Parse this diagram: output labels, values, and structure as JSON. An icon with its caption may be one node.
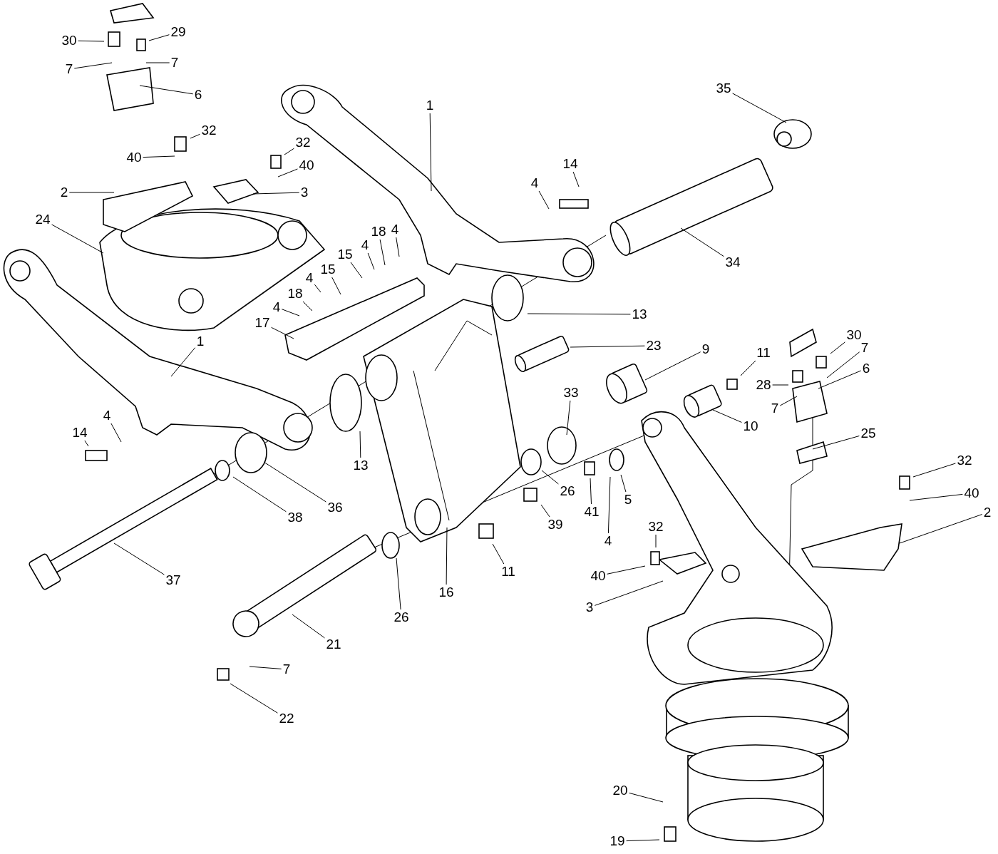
{
  "diagram": {
    "nodes": [
      {
        "text": [
          "30"
        ]
      },
      {
        "text": [
          "29"
        ]
      },
      {
        "text": [
          "7"
        ]
      },
      {
        "text": [
          "7"
        ]
      },
      {
        "text": [
          "6"
        ]
      },
      {
        "text": [
          "32"
        ]
      },
      {
        "text": [
          "40"
        ]
      },
      {
        "text": [
          "32"
        ]
      },
      {
        "text": [
          "40"
        ]
      },
      {
        "text": [
          "2"
        ]
      },
      {
        "text": [
          "3"
        ]
      },
      {
        "text": [
          "1"
        ]
      },
      {
        "text": [
          "35"
        ]
      },
      {
        "text": [
          "14"
        ]
      },
      {
        "text": [
          "4"
        ]
      },
      {
        "text": [
          "24"
        ]
      },
      {
        "text": [
          "18"
        ]
      },
      {
        "text": [
          "4"
        ]
      },
      {
        "text": [
          "15"
        ]
      },
      {
        "text": [
          "4"
        ]
      },
      {
        "text": [
          "34"
        ]
      },
      {
        "text": [
          "4"
        ]
      },
      {
        "text": [
          "15"
        ]
      },
      {
        "text": [
          "18"
        ]
      },
      {
        "text": [
          "4"
        ]
      },
      {
        "text": [
          "13"
        ]
      },
      {
        "text": [
          "17"
        ]
      },
      {
        "text": [
          "1"
        ]
      },
      {
        "text": [
          "23"
        ]
      },
      {
        "text": [
          "9"
        ]
      },
      {
        "text": [
          "11"
        ]
      },
      {
        "text": [
          "30"
        ]
      },
      {
        "text": [
          "7"
        ]
      },
      {
        "text": [
          "6"
        ]
      },
      {
        "text": [
          "28"
        ]
      },
      {
        "text": [
          "7"
        ]
      },
      {
        "text": [
          "33"
        ]
      },
      {
        "text": [
          "4"
        ]
      },
      {
        "text": [
          "14"
        ]
      },
      {
        "text": [
          "25"
        ]
      },
      {
        "text": [
          "10"
        ]
      },
      {
        "text": [
          "13"
        ]
      },
      {
        "text": [
          "26"
        ]
      },
      {
        "text": [
          "32"
        ]
      },
      {
        "text": [
          "40"
        ]
      },
      {
        "text": [
          "41"
        ]
      },
      {
        "text": [
          "5"
        ]
      },
      {
        "text": [
          "36"
        ]
      },
      {
        "text": [
          "38"
        ]
      },
      {
        "text": [
          "39"
        ]
      },
      {
        "text": [
          "2"
        ]
      },
      {
        "text": [
          "4"
        ]
      },
      {
        "text": [
          "32"
        ]
      },
      {
        "text": [
          "11"
        ]
      },
      {
        "text": [
          "40"
        ]
      },
      {
        "text": [
          "37"
        ]
      },
      {
        "text": [
          "16"
        ]
      },
      {
        "text": [
          "3"
        ]
      },
      {
        "text": [
          "26"
        ]
      },
      {
        "text": [
          "21"
        ]
      },
      {
        "text": [
          "7"
        ]
      },
      {
        "text": [
          "22"
        ]
      },
      {
        "text": [
          "20"
        ]
      },
      {
        "text": [
          "19"
        ]
      }
    ],
    "edges": [
      {
        "from": 0,
        "to": null,
        "arrow": "none"
      },
      {
        "from": 1,
        "to": null,
        "arrow": "none"
      },
      {
        "from": 2,
        "to": null,
        "arrow": "none"
      },
      {
        "from": 3,
        "to": null,
        "arrow": "none"
      },
      {
        "from": 4,
        "to": null,
        "arrow": "none"
      },
      {
        "from": 5,
        "to": null,
        "arrow": "none"
      },
      {
        "from": 6,
        "to": null,
        "arrow": "none"
      },
      {
        "from": 7,
        "to": null,
        "arrow": "none"
      },
      {
        "from": 8,
        "to": null,
        "arrow": "none"
      },
      {
        "from": 9,
        "to": null,
        "arrow": "none"
      },
      {
        "from": 10,
        "to": null,
        "arrow": "none"
      },
      {
        "from": 11,
        "to": null,
        "arrow": "none"
      },
      {
        "from": 12,
        "to": null,
        "arrow": "none"
      },
      {
        "from": 13,
        "to": null,
        "arrow": "none"
      },
      {
        "from": 14,
        "to": null,
        "arrow": "none"
      },
      {
        "from": 15,
        "to": null,
        "arrow": "none"
      },
      {
        "from": 16,
        "to": null,
        "arrow": "none"
      },
      {
        "from": 17,
        "to": null,
        "arrow": "none"
      },
      {
        "from": 18,
        "to": null,
        "arrow": "none"
      },
      {
        "from": 19,
        "to": null,
        "arrow": "none"
      },
      {
        "from": 20,
        "to": null,
        "arrow": "none"
      },
      {
        "from": 21,
        "to": null,
        "arrow": "none"
      },
      {
        "from": 22,
        "to": null,
        "arrow": "none"
      },
      {
        "from": 23,
        "to": null,
        "arrow": "none"
      },
      {
        "from": 24,
        "to": null,
        "arrow": "none"
      },
      {
        "from": 25,
        "to": null,
        "arrow": "none"
      },
      {
        "from": 26,
        "to": null,
        "arrow": "none"
      },
      {
        "from": 27,
        "to": null,
        "arrow": "none"
      },
      {
        "from": 28,
        "to": null,
        "arrow": "none"
      },
      {
        "from": 29,
        "to": null,
        "arrow": "none"
      },
      {
        "from": 30,
        "to": null,
        "arrow": "none"
      },
      {
        "from": 31,
        "to": null,
        "arrow": "none"
      },
      {
        "from": 32,
        "to": null,
        "arrow": "none"
      },
      {
        "from": 33,
        "to": null,
        "arrow": "none"
      },
      {
        "from": 34,
        "to": null,
        "arrow": "none"
      },
      {
        "from": 35,
        "to": null,
        "arrow": "none"
      },
      {
        "from": 36,
        "to": null,
        "arrow": "none"
      },
      {
        "from": 37,
        "to": null,
        "arrow": "none"
      },
      {
        "from": 38,
        "to": null,
        "arrow": "none"
      },
      {
        "from": 39,
        "to": null,
        "arrow": "none"
      },
      {
        "from": 40,
        "to": null,
        "arrow": "none"
      },
      {
        "from": 41,
        "to": null,
        "arrow": "none"
      },
      {
        "from": 42,
        "to": null,
        "arrow": "none"
      },
      {
        "from": 43,
        "to": null,
        "arrow": "none"
      },
      {
        "from": 44,
        "to": null,
        "arrow": "none"
      },
      {
        "from": 45,
        "to": null,
        "arrow": "none"
      },
      {
        "from": 46,
        "to": null,
        "arrow": "none"
      },
      {
        "from": 47,
        "to": null,
        "arrow": "none"
      },
      {
        "from": 48,
        "to": null,
        "arrow": "none"
      },
      {
        "from": 49,
        "to": null,
        "arrow": "none"
      },
      {
        "from": 50,
        "to": null,
        "arrow": "none"
      },
      {
        "from": 51,
        "to": null,
        "arrow": "none"
      },
      {
        "from": 52,
        "to": null,
        "arrow": "none"
      },
      {
        "from": 53,
        "to": null,
        "arrow": "none"
      },
      {
        "from": 54,
        "to": null,
        "arrow": "none"
      },
      {
        "from": 55,
        "to": null,
        "arrow": "none"
      },
      {
        "from": 56,
        "to": null,
        "arrow": "none"
      },
      {
        "from": 57,
        "to": null,
        "arrow": "none"
      },
      {
        "from": 58,
        "to": null,
        "arrow": "none"
      },
      {
        "from": 59,
        "to": null,
        "arrow": "none"
      },
      {
        "from": 60,
        "to": null,
        "arrow": "none"
      },
      {
        "from": 61,
        "to": null,
        "arrow": "none"
      },
      {
        "from": 62,
        "to": null,
        "arrow": "none"
      },
      {
        "from": 63,
        "to": null,
        "arrow": "none"
      }
    ]
  }
}
